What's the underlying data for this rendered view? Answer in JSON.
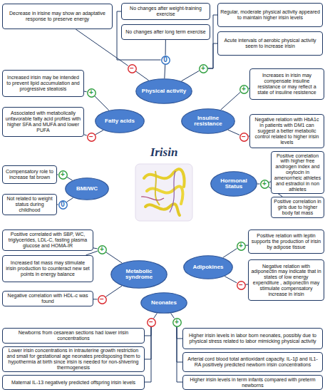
{
  "diagram": {
    "title": "Irisin",
    "nodes": [
      {
        "text": [
          "Decrease in irisine may show an adaptative response to preserve energy"
        ]
      },
      {
        "text": [
          "No changes after weight-training exercise"
        ]
      },
      {
        "text": [
          "No changes after long term exercise"
        ]
      },
      {
        "text": [
          "Regular, moderate physical activity appeared to maintain higher irisin levels"
        ]
      },
      {
        "text": [
          "Acute intervals of aerobic physical activity seem to increase irisin"
        ]
      },
      {
        "text": [
          "−"
        ]
      },
      {
        "text": [
          "0"
        ]
      },
      {
        "text": [
          "+"
        ]
      },
      {
        "text": [
          "Physical activity"
        ]
      },
      {
        "text": [
          "Increased irisin may be intended to prevent lipid accumulation and progressive steatosis"
        ]
      },
      {
        "text": [
          "+"
        ]
      },
      {
        "text": [
          "Fatty acids"
        ]
      },
      {
        "text": [
          "Insuline resistance"
        ]
      },
      {
        "text": [
          "+"
        ]
      },
      {
        "text": [
          "Increases in irisin may compensate insuline resistance or may reflect a state of insuline resistence"
        ]
      },
      {
        "text": [
          "Associated with metabolically unfavorable fatty acid profiles with higher SFA and MUFA and lower PUFA"
        ]
      },
      {
        "text": [
          "−"
        ]
      },
      {
        "text": [
          "−"
        ]
      },
      {
        "text": [
          "Negative relation with HbA1c in patients with DM1 can suggest a better metabolic control related to higher irisin levels"
        ]
      },
      {
        "text": [
          "Compensatory role to increase fat brown"
        ]
      },
      {
        "text": [
          "+"
        ]
      },
      {
        "text": [
          "BMI/WC"
        ]
      },
      {
        "text": [
          "Hormonal Status"
        ]
      },
      {
        "text": [
          "+"
        ]
      },
      {
        "text": [
          "Positive correlation with higher free androgen index and oxytocin in amenorrheic athletes and estradiol in non athletes"
        ]
      },
      {
        "text": [
          "0"
        ]
      },
      {
        "text": [
          "Not related to weight status during childhood"
        ]
      },
      {
        "text": [
          "Positive correlation in girls due to higher body fat mass"
        ]
      },
      {
        "text": [
          "Positive correlated with SBP, WC, triglycerides, LDL-C, fasting plasma glucose and HOMA-IR"
        ]
      },
      {
        "text": [
          "+"
        ]
      },
      {
        "text": [
          "Metabolic syndrome"
        ]
      },
      {
        "text": [
          "Increased fat mass may stimulate irisin production to counteract new set points in energy balance"
        ]
      },
      {
        "text": [
          "Adipokines"
        ]
      },
      {
        "text": [
          "+"
        ]
      },
      {
        "text": [
          "Positive relation with leptin supports the production of irisin by adipose tissue"
        ]
      },
      {
        "text": [
          "Negative correlation with HDL-c was found"
        ]
      },
      {
        "text": [
          "−"
        ]
      },
      {
        "text": [
          "−"
        ]
      },
      {
        "text": [
          "Negative relation with adiponectin may indicate that in states of low energy expenditure , adiponectin may stimulate compensatory increase in irisin"
        ]
      },
      {
        "text": [
          "Neonates"
        ]
      },
      {
        "text": [
          "−"
        ]
      },
      {
        "text": [
          "+"
        ]
      },
      {
        "text": [
          "Newborns from cesarean sections had lower irisin concentrations"
        ]
      },
      {
        "text": [
          "Higher irisin levels in labor born neonates, possibly due to physical stress related to labor mimicking physical activity"
        ]
      },
      {
        "text": [
          "Lower irisin concentrations in intrauterine growth restriction and small for gestational age neonates predisposing them to hypothermia at birth since irisin is needed for non-shivering thermogenesis"
        ]
      },
      {
        "text": [
          "Arterial cord blood total antioxidant capacity. IL-1β and IL1-RA positively predicted newborn irisin concentrations"
        ]
      },
      {
        "text": [
          "Maternal IL-13 negatively predicted offspring irisin levels"
        ]
      },
      {
        "text": [
          "Higher irisin levels in term infants compared with preterm newborns"
        ]
      }
    ],
    "edges": [
      {
        "from": 8,
        "to": 5,
        "arrow": "none"
      },
      {
        "from": 8,
        "to": 6,
        "arrow": "none"
      },
      {
        "from": 8,
        "to": 7,
        "arrow": "none"
      },
      {
        "from": 5,
        "to": 0,
        "arrow": "none"
      },
      {
        "from": 6,
        "to": 1,
        "arrow": "none"
      },
      {
        "from": 6,
        "to": 2,
        "arrow": "none"
      },
      {
        "from": 7,
        "to": 3,
        "arrow": "none"
      },
      {
        "from": 7,
        "to": 4,
        "arrow": "none"
      },
      {
        "from": 11,
        "to": 10,
        "arrow": "none"
      },
      {
        "from": 11,
        "to": 16,
        "arrow": "none"
      },
      {
        "from": 10,
        "to": 9,
        "arrow": "none"
      },
      {
        "from": 16,
        "to": 15,
        "arrow": "none"
      },
      {
        "from": 12,
        "to": 13,
        "arrow": "none"
      },
      {
        "from": 12,
        "to": 17,
        "arrow": "none"
      },
      {
        "from": 13,
        "to": 14,
        "arrow": "none"
      },
      {
        "from": 17,
        "to": 18,
        "arrow": "none"
      },
      {
        "from": 21,
        "to": 20,
        "arrow": "none"
      },
      {
        "from": 21,
        "to": 25,
        "arrow": "none"
      },
      {
        "from": 20,
        "to": 19,
        "arrow": "none"
      },
      {
        "from": 25,
        "to": 26,
        "arrow": "none"
      },
      {
        "from": 22,
        "to": 23,
        "arrow": "none"
      },
      {
        "from": 23,
        "to": 24,
        "arrow": "none"
      },
      {
        "from": 23,
        "to": 27,
        "arrow": "none"
      },
      {
        "from": 30,
        "to": 29,
        "arrow": "none"
      },
      {
        "from": 30,
        "to": 36,
        "arrow": "none"
      },
      {
        "from": 29,
        "to": 28,
        "arrow": "none"
      },
      {
        "from": 29,
        "to": 31,
        "arrow": "none"
      },
      {
        "from": 36,
        "to": 35,
        "arrow": "none"
      },
      {
        "from": 32,
        "to": 33,
        "arrow": "none"
      },
      {
        "from": 32,
        "to": 37,
        "arrow": "none"
      },
      {
        "from": 33,
        "to": 34,
        "arrow": "none"
      },
      {
        "from": 37,
        "to": 38,
        "arrow": "none"
      },
      {
        "from": 39,
        "to": 40,
        "arrow": "none"
      },
      {
        "from": 39,
        "to": 41,
        "arrow": "none"
      },
      {
        "from": 40,
        "to": 42,
        "arrow": "none"
      },
      {
        "from": 40,
        "to": 44,
        "arrow": "none"
      },
      {
        "from": 40,
        "to": 46,
        "arrow": "none"
      },
      {
        "from": 41,
        "to": 43,
        "arrow": "none"
      },
      {
        "from": 41,
        "to": 45,
        "arrow": "none"
      },
      {
        "from": 41,
        "to": 47,
        "arrow": "none"
      }
    ]
  }
}
